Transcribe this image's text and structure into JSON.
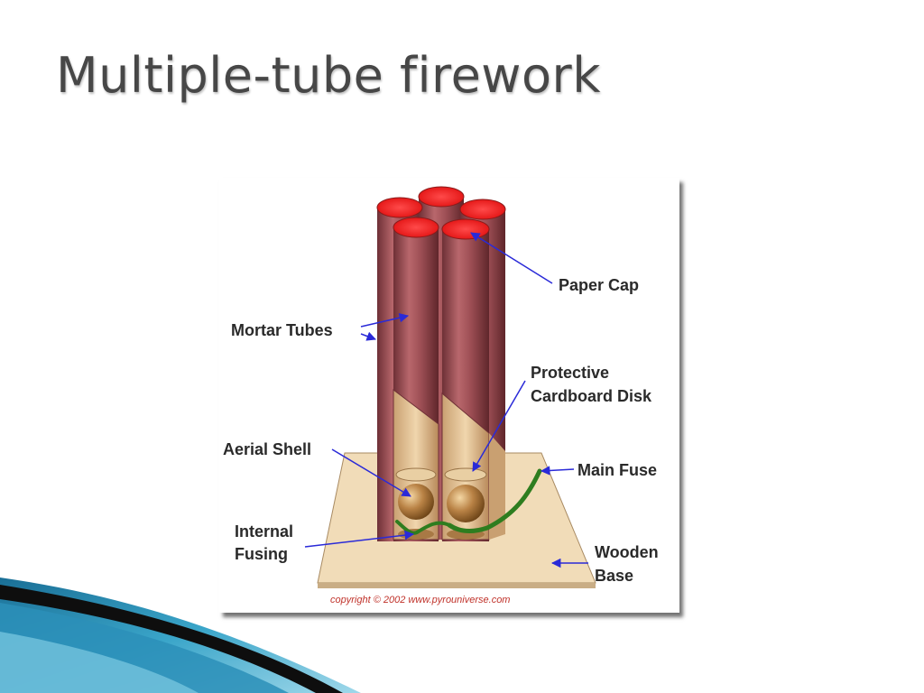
{
  "slide": {
    "title": "Multiple-tube firework"
  },
  "diagram": {
    "labels": {
      "paper_cap": "Paper Cap",
      "mortar_tubes": "Mortar Tubes",
      "protective_line1": "Protective",
      "protective_line2": "Cardboard Disk",
      "aerial_shell": "Aerial Shell",
      "main_fuse": "Main Fuse",
      "internal_line1": "Internal",
      "internal_line2": "Fusing",
      "wooden_line1": "Wooden",
      "wooden_line2": "Base"
    },
    "copyright": "copyright © 2002 www.pyrouniverse.com"
  },
  "colors": {
    "tube": "#9e4f55",
    "tube_dark": "#6e3036",
    "cap": "#ff1e1e",
    "cutaway": "#e6c79c",
    "shell": "#b07a3c",
    "base": "#f1dcb8",
    "fuse": "#2e7d1f",
    "arrow": "#2a2ad8",
    "title": "#474747"
  }
}
